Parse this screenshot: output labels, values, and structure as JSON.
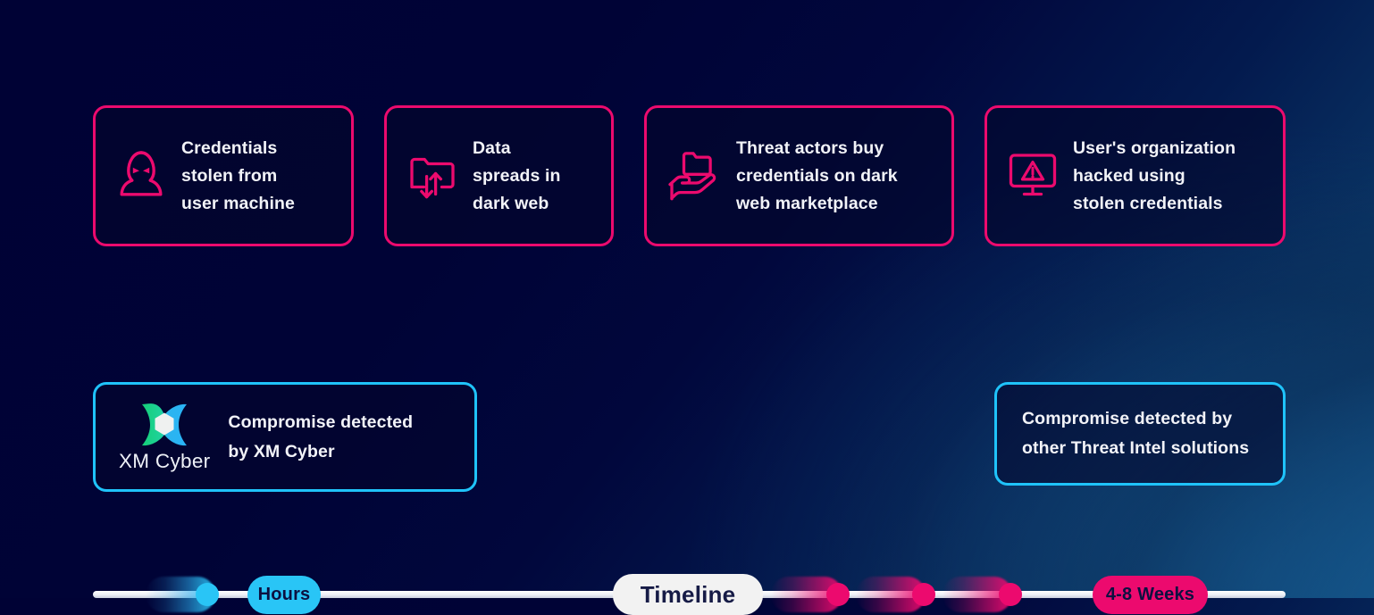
{
  "colors": {
    "pink": "#ec0a6e",
    "cyan": "#29c5f6",
    "cyan_border": "#1fc3fa",
    "rail": "#ffffff",
    "text": "#f2f3f8",
    "pill_dark_text": "#0c1040",
    "bg_dark": "#000336",
    "bg_blue": "#14538a",
    "logo_green": "#19d07e",
    "logo_blue": "#2ab9f7"
  },
  "attack_chain": {
    "cards": [
      {
        "id": "card-1",
        "icon": "hooded-attacker-icon",
        "text": "Credentials\nstolen from\nuser machine"
      },
      {
        "id": "card-2",
        "icon": "folder-transfer-icon",
        "text": "Data\nspreads in\ndark web"
      },
      {
        "id": "card-3",
        "icon": "hand-holding-folder-icon",
        "text": "Threat actors buy\ncredentials on dark\nweb marketplace"
      },
      {
        "id": "card-4",
        "icon": "monitor-alert-icon",
        "text": "User's organization\nhacked using\nstolen credentials"
      }
    ]
  },
  "timeline": {
    "center_label": "Timeline",
    "markers": [
      {
        "id": "pill-hours",
        "label": "Hours",
        "color": "cyan"
      },
      {
        "id": "pill-weeks",
        "label": "4-8 Weeks",
        "color": "pink"
      }
    ],
    "dots": [
      {
        "id": "dot-cyan-1",
        "color": "cyan"
      },
      {
        "id": "dot-pink-1",
        "color": "pink"
      },
      {
        "id": "dot-pink-2",
        "color": "pink"
      },
      {
        "id": "dot-pink-3",
        "color": "pink"
      }
    ]
  },
  "detection": {
    "xm_cyber": {
      "brand": "XM Cyber",
      "text": "Compromise detected\nby XM Cyber"
    },
    "other": {
      "text": "Compromise detected by\nother Threat Intel solutions"
    }
  }
}
